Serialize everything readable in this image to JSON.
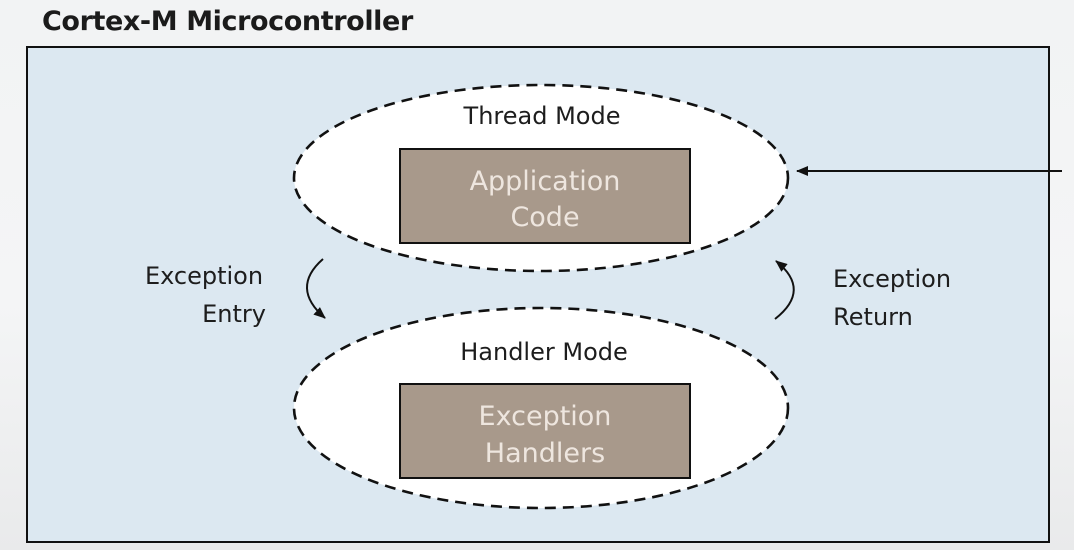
{
  "title": "Cortex-M Microcontroller",
  "thread_mode": {
    "label": "Thread Mode",
    "box_line1": "Application",
    "box_line2": "Code"
  },
  "handler_mode": {
    "label": "Handler Mode",
    "box_line1": "Exception",
    "box_line2": "Handlers"
  },
  "exception_entry": {
    "line1": "Exception",
    "line2": "Entry"
  },
  "exception_return": {
    "line1": "Exception",
    "line2": "Return"
  },
  "colors": {
    "panel_fill": "#dce8f1",
    "box_fill": "#a8998b",
    "box_text": "#eee6df",
    "ellipse_fill": "#ffffff",
    "stroke": "#111111"
  }
}
